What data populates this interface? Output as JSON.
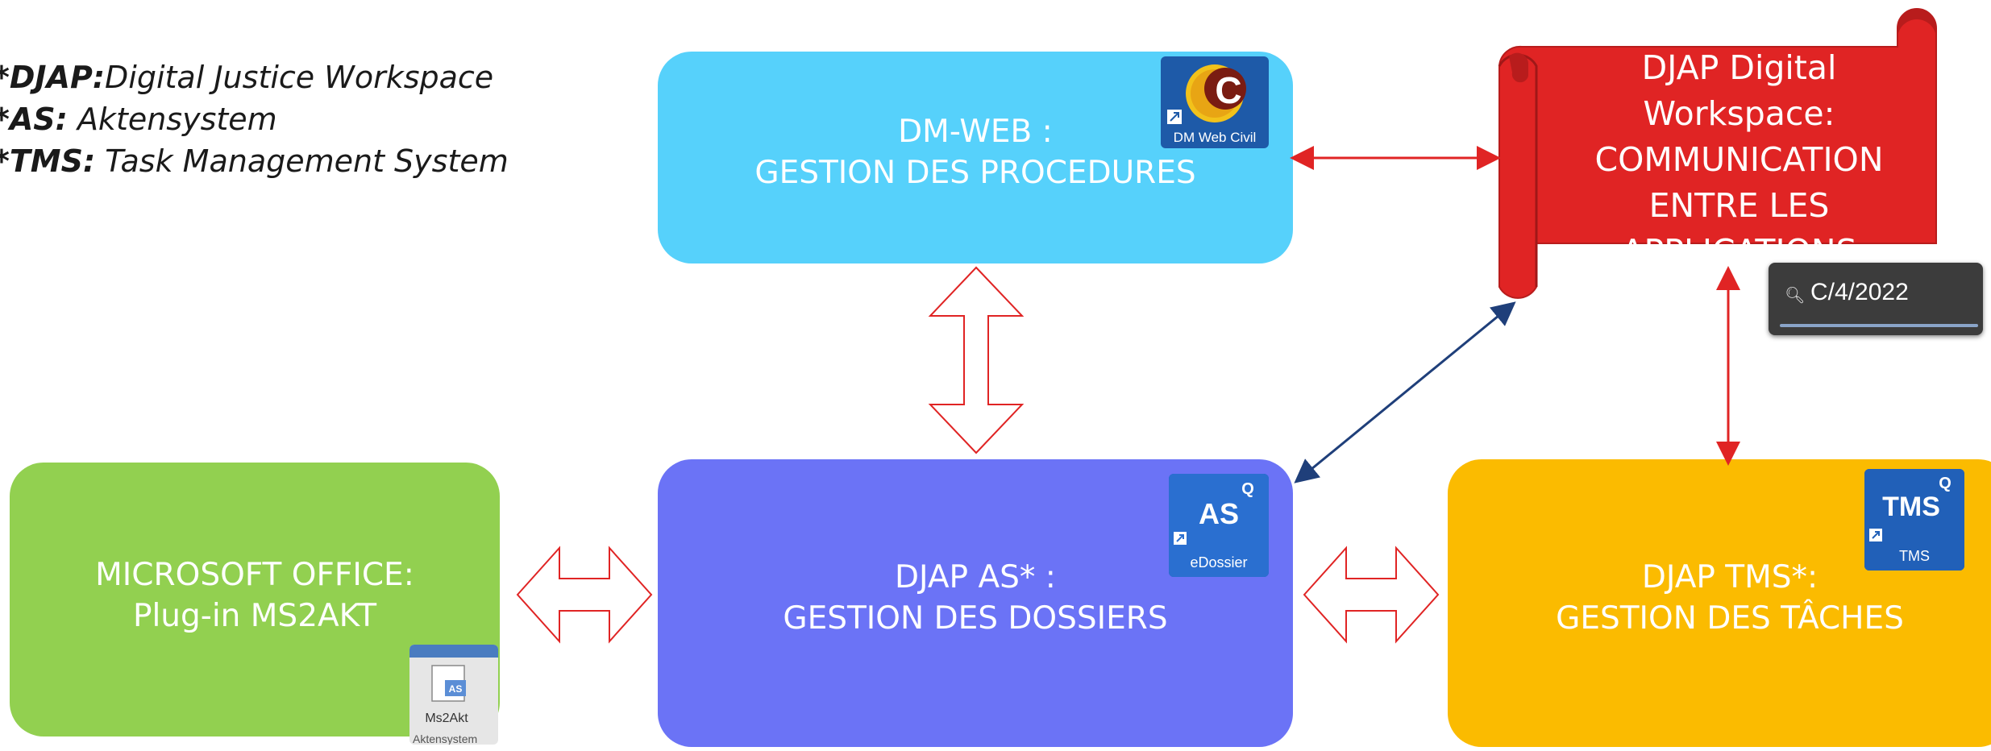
{
  "legend": [
    {
      "abbr": "*DJAP",
      "sep": ":",
      "text": "Digital Justice Workspace"
    },
    {
      "abbr": "*AS",
      "sep": ":",
      "text": " Aktensystem"
    },
    {
      "abbr": "*TMS",
      "sep": ":",
      "text": " Task Management System"
    }
  ],
  "boxes": {
    "dmweb": {
      "line1": "DM-WEB :",
      "line2": "GESTION DES PROCEDURES",
      "color": "#56d1fb"
    },
    "office": {
      "line1": "MICROSOFT OFFICE:",
      "line2": "Plug-in MS2AKT",
      "color": "#92d050"
    },
    "as": {
      "line1": "DJAP AS* :",
      "line2": "GESTION DES DOSSIERS",
      "color": "#6b73f6"
    },
    "tms": {
      "line1": "DJAP TMS*:",
      "line2": "GESTION DES TÂCHES",
      "color": "#fbbb00"
    }
  },
  "scroll": {
    "lines": [
      "DJAP Digital",
      "Workspace:",
      "COMMUNICATION",
      "ENTRE LES",
      "APPLICATIONS"
    ],
    "color": "#e02424"
  },
  "icons": {
    "dmweb": {
      "letter": "C",
      "caption": "DM Web Civil"
    },
    "as": {
      "letter": "AS",
      "caption": "eDossier"
    },
    "tms": {
      "letter": "TMS",
      "caption": "TMS"
    },
    "ms2akt": {
      "caption": "Ms2Akt",
      "footer": "Aktensystem"
    }
  },
  "search_badge": {
    "value": "C/4/2022"
  },
  "colors": {
    "arrow_red": "#e02424",
    "arrow_navy": "#1f3f7a",
    "outline_arrow": "#e02424"
  }
}
